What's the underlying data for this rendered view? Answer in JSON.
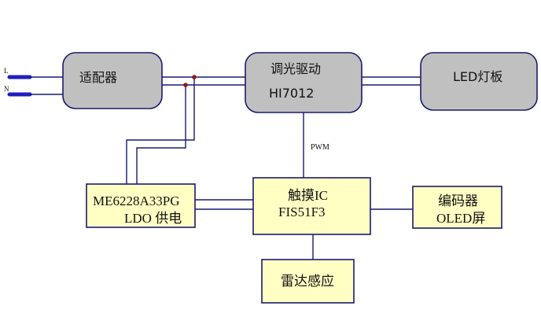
{
  "plug": {
    "l_label": "L",
    "n_label": "N"
  },
  "blocks": {
    "adapter": {
      "label": "适配器"
    },
    "dimmer_driver": {
      "line1": "调光驱动",
      "line2": "HI7012"
    },
    "led_panel": {
      "label": "LED灯板"
    },
    "ldo": {
      "line1": "ME6228A33PG",
      "line2": "LDO 供电"
    },
    "touch_ic": {
      "line1": "触摸IC",
      "line2": "FIS51F3"
    },
    "encoder": {
      "line1": "编码器",
      "line2": "OLED屏"
    },
    "radar": {
      "label": "雷达感应"
    }
  },
  "signals": {
    "pwm": "PWM"
  },
  "colors": {
    "gray_block": "#c0c0c0",
    "yellow_block": "#ffffc4",
    "wire": "#1a1a6e",
    "plug": "#1f1fbf",
    "junction": "#8b1a1a"
  }
}
